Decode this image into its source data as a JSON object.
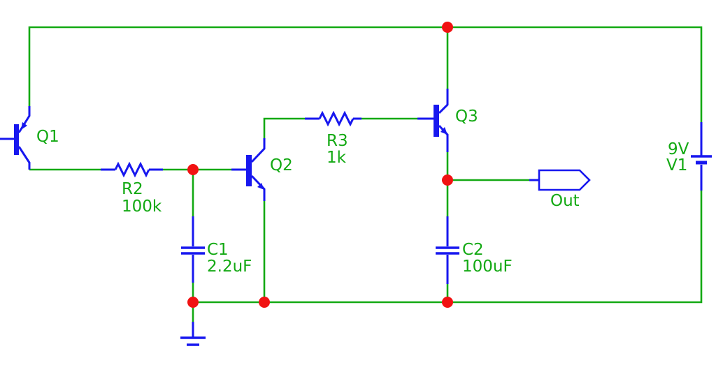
{
  "schematic": {
    "palette": {
      "wire_green": "#13a913",
      "component_blue": "#1717ef",
      "junction_red": "#f11212",
      "label_green": "#13a913",
      "background": "#ffffff"
    },
    "components": {
      "q1": {
        "label": "Q1",
        "symbol": "pnp-transistor"
      },
      "q2": {
        "label": "Q2",
        "symbol": "npn-transistor"
      },
      "q3": {
        "label": "Q3",
        "symbol": "npn-transistor"
      },
      "r2": {
        "label": "R2",
        "value": "100k",
        "symbol": "resistor"
      },
      "r3": {
        "label": "R3",
        "value": "1k",
        "symbol": "resistor"
      },
      "c1": {
        "label": "C1",
        "value": "2.2uF",
        "symbol": "capacitor"
      },
      "c2": {
        "label": "C2",
        "value": "100uF",
        "symbol": "capacitor"
      },
      "v1": {
        "label": "V1",
        "value": "9V",
        "symbol": "battery"
      },
      "out": {
        "label": "Out",
        "symbol": "output-flag"
      },
      "gnd": {
        "symbol": "ground"
      }
    }
  }
}
